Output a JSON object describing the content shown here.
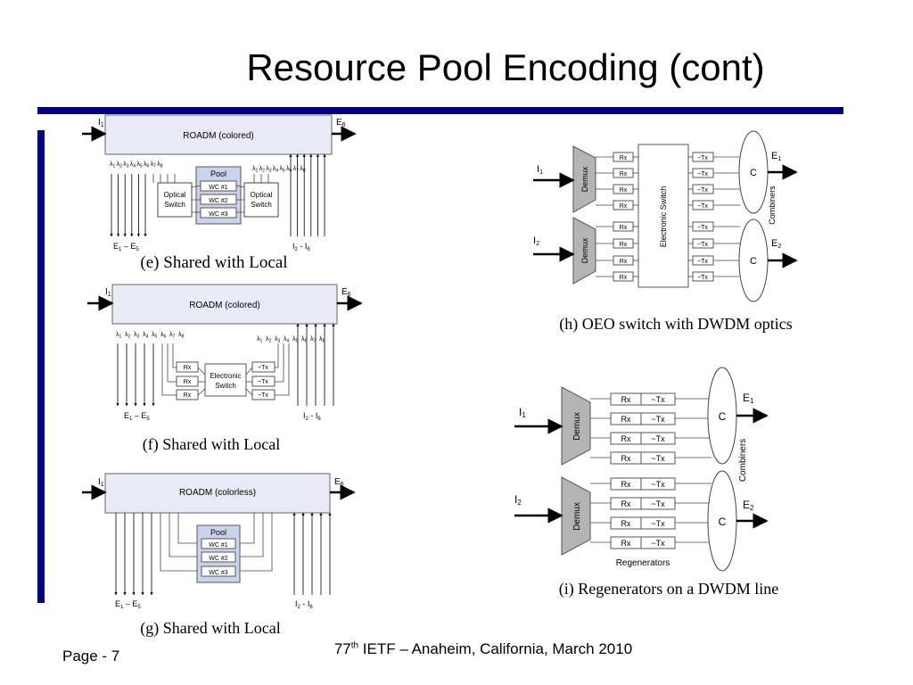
{
  "slide": {
    "title": "Resource Pool Encoding (cont)",
    "page_label": "Page - 7",
    "footer_prefix": "77",
    "footer_sup": "th",
    "footer_suffix": " IETF – Anaheim, California, March 2010"
  },
  "captions": {
    "e": "(e) Shared with Local",
    "f": "(f) Shared with Local",
    "g": "(g) Shared with Local",
    "h": "(h) OEO switch with DWDM optics",
    "i": "(i) Regenerators on a DWDM line"
  },
  "labels": {
    "roadm_colored": "ROADM (colored)",
    "roadm_colorless": "ROADM (colorless)",
    "pool": "Pool",
    "wc1": "WC #1",
    "wc2": "WC #2",
    "wc3": "WC #3",
    "optical": "Optical",
    "switch": "Switch",
    "electronic": "Electronic",
    "electronic_switch": "Electronic Switch",
    "rx": "Rx",
    "tx": "~Tx",
    "demux": "Demux",
    "combiner": "C",
    "combiners": "Combiners",
    "regenerators": "Regenerators",
    "lambda": "λ",
    "I": "I",
    "E": "E",
    "sub1": "1",
    "sub2": "2",
    "sub5": "5",
    "sub6": "6",
    "range_sep": " – ",
    "range_dash": " - "
  }
}
